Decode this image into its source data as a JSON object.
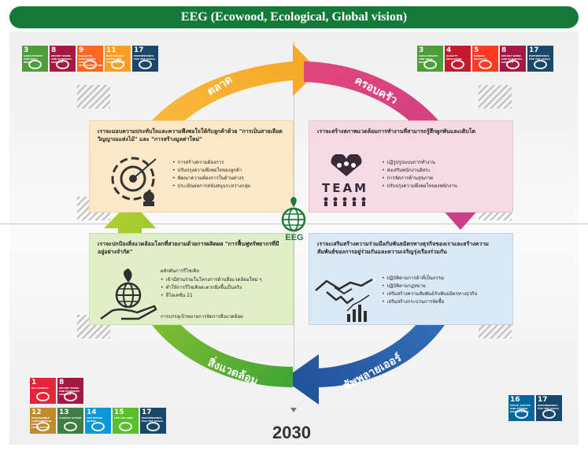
{
  "title": "EEG (Ecowood, Ecological, Global vision)",
  "year": "2030",
  "center_logo_text": "EEG",
  "arrows": [
    {
      "label": "ตลาด",
      "color": "#f5a623"
    },
    {
      "label": "ครอบครัว",
      "color": "#d9416e"
    },
    {
      "label": "ซัพพลายเออร์",
      "color": "#2f6db5"
    },
    {
      "label": "สิ่งแวดล้อม",
      "color": "#76b82a"
    }
  ],
  "quadrants": {
    "market": {
      "head": "เราจะมอบความประทับใจและความพึงพอใจให้กับลูกค้าด้วย \"การเป็นสายเลือด วิญญาณแห่งไม้\" และ \"การสร้างมูลค่าใหม่\"",
      "items": [
        "การสร้างความต้องการ",
        "ปรับปรุงความพึงพอใจของลูกค้า",
        "พัฒนาความต้องการในด้านต่างๆ",
        "ประเมินผลการสนับสนุนระหว่างกลุ่ม"
      ]
    },
    "family": {
      "head": "เราจะสร้างสภาพแวดล้อมการทำงานที่สามารถรู้สึกผูกพันและเติบโต",
      "team_word": "TEAM",
      "items": [
        "ปฏิรูปรูปแบบการทำงาน",
        "ส่งเสริมพนักงานอิสระ",
        "การจัดการด้านสุขภาพ",
        "ปรับปรุงความพึงพอใจของพนักงาน"
      ]
    },
    "environment": {
      "head": "เราจะปกป้องสิ่งแวดล้อมโลกที่สวยงามด้วยการผลิตผล \"การฟื้นฟูทรัพยากรที่มีอยู่อย่างจำกัด\"",
      "sub": "ผลักดันการรีไซเคิล",
      "items": [
        "เข้ามีส่วนร่วมในโครงการด้านสิ่งแวดล้อมใหม่ ๆ",
        "ทำให้การรีไซเคิลสะดวกยิ่งขึ้นเป็นจริง",
        "ลีโอเคชั่น 21"
      ],
      "extra": "การบรรลุเป้าหมายการจัดการสิ่งแวดล้อม"
    },
    "supplier": {
      "head": "เราจะเสริมสร้างความร่วมมือกับพันธมิตรทางธุรกิจของเราและสร้างความสัมพันธ์ของการอยู่ร่วมกันและความเจริญรุ่งเรืองร่วมกัน",
      "items": [
        "ปฏิบัติตามการค้าที่เป็นธรรม",
        "ปฏิบัติตามกฎหมาย",
        "เสริมสร้างความสัมพันธ์กับพันธมิตรทางธุรกิจ",
        "เสริมสร้างกระบวนการจัดซื้อ"
      ]
    }
  },
  "sdg_groups": {
    "top_left": [
      {
        "num": "3",
        "label": "GOOD HEALTH AND WELL-BEING",
        "color": "#4c9f38"
      },
      {
        "num": "8",
        "label": "DECENT WORK AND ECONOMIC GROWTH",
        "color": "#a21942"
      },
      {
        "num": "9",
        "label": "INDUSTRY, INNOVATION AND INFRASTRUCTURE",
        "color": "#fd6925"
      },
      {
        "num": "11",
        "label": "SUSTAINABLE CITIES AND COMMUNITIES",
        "color": "#fd9d24"
      },
      {
        "num": "17",
        "label": "PARTNERSHIPS FOR THE GOALS",
        "color": "#19486a"
      }
    ],
    "top_right": [
      {
        "num": "3",
        "label": "GOOD HEALTH AND WELL-BEING",
        "color": "#4c9f38"
      },
      {
        "num": "4",
        "label": "QUALITY EDUCATION",
        "color": "#c5192d"
      },
      {
        "num": "5",
        "label": "GENDER EQUALITY",
        "color": "#ff3a21"
      },
      {
        "num": "8",
        "label": "DECENT WORK AND ECONOMIC GROWTH",
        "color": "#a21942"
      },
      {
        "num": "17",
        "label": "PARTNERSHIPS FOR THE GOALS",
        "color": "#19486a"
      }
    ],
    "bottom_left_top": [
      {
        "num": "1",
        "label": "NO POVERTY",
        "color": "#e5243b"
      },
      {
        "num": "8",
        "label": "DECENT WORK AND ECONOMIC GROWTH",
        "color": "#a21942"
      }
    ],
    "bottom_left_bottom": [
      {
        "num": "12",
        "label": "RESPONSIBLE CONSUMPTION AND PRODUCTION",
        "color": "#bf8b2e"
      },
      {
        "num": "13",
        "label": "CLIMATE ACTION",
        "color": "#3f7e44"
      },
      {
        "num": "14",
        "label": "LIFE BELOW WATER",
        "color": "#0a97d9"
      },
      {
        "num": "15",
        "label": "LIFE ON LAND",
        "color": "#56c02b"
      },
      {
        "num": "17",
        "label": "PARTNERSHIPS FOR THE GOALS",
        "color": "#19486a"
      }
    ],
    "bottom_right": [
      {
        "num": "16",
        "label": "PEACE, JUSTICE AND STRONG INSTITUTIONS",
        "color": "#00689d"
      },
      {
        "num": "17",
        "label": "PARTNERSHIPS FOR THE GOALS",
        "color": "#19486a"
      }
    ]
  }
}
